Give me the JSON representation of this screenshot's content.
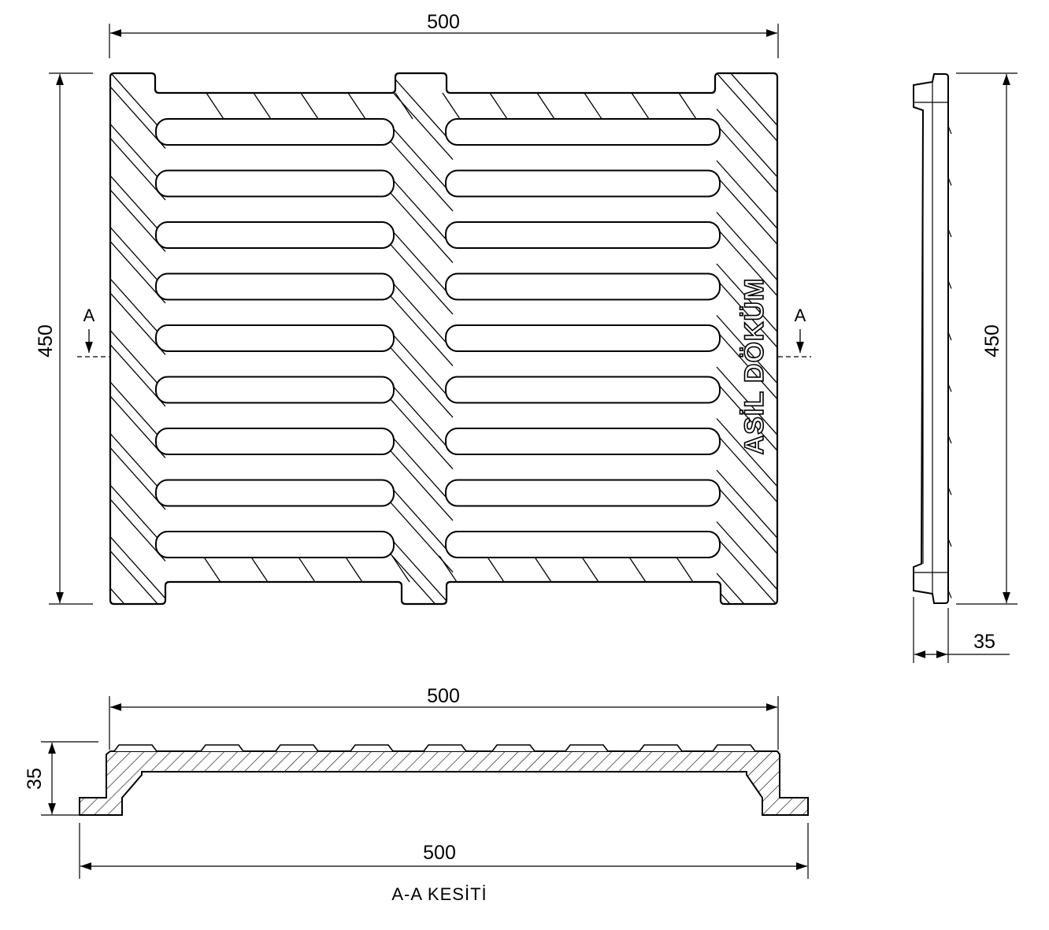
{
  "drawing": {
    "top_view": {
      "width_label": "500",
      "height_label": "450",
      "brand": "ASİL DÖKÜM",
      "section_mark_left": "A",
      "section_mark_right": "A",
      "slots_per_column": 9,
      "slot_columns": 2
    },
    "side_view": {
      "height_label": "450",
      "depth_label": "35"
    },
    "section_view": {
      "top_width_label": "500",
      "bottom_width_label": "500",
      "depth_label": "35",
      "caption": "A-A  KESİTİ"
    }
  },
  "colors": {
    "line": "#000000",
    "background": "#ffffff"
  }
}
